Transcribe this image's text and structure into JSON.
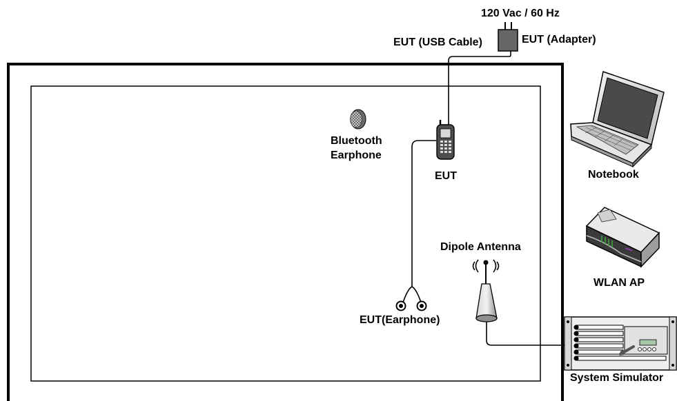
{
  "labels": {
    "power": "120 Vac / 60 Hz",
    "usb_cable": "EUT (USB Cable)",
    "adapter": "EUT (Adapter)",
    "bt_line1": "Bluetooth",
    "bt_line2": "Earphone",
    "eut": "EUT",
    "earphone": "EUT(Earphone)",
    "dipole": "Dipole Antenna",
    "notebook": "Notebook",
    "wlan": "WLAN AP",
    "simulator": "System Simulator"
  },
  "icons": {
    "phone": "mobile-phone-icon",
    "bt": "bluetooth-earphone-icon",
    "adapter": "power-adapter-icon",
    "earphone": "wired-earphone-icon",
    "antenna": "dipole-antenna-icon",
    "notebook": "laptop-icon",
    "wlan": "wireless-router-icon",
    "simulator": "system-simulator-icon"
  },
  "colors": {
    "line": "#000000",
    "adapter_fill": "#666666",
    "antenna_gray": "#9a9a9a",
    "router_green": "#3aa33a",
    "router_purple": "#8a3aa8"
  }
}
